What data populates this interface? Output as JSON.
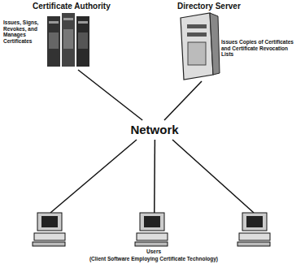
{
  "diagram": {
    "nodes": [
      {
        "text": [
          "Certificate Authority",
          "Issues, Signs, Revokes, and Manages Certificates"
        ]
      },
      {
        "text": [
          "Directory Server",
          "Issues Copies of Certificates and Certificate Revocation Lists"
        ]
      },
      {
        "text": [
          "Network"
        ]
      },
      {
        "text": [
          "Users",
          "(Client Software Employing Certificate Technology)"
        ]
      }
    ],
    "edges": [
      {
        "from": 0,
        "to": 2,
        "arrow": "none"
      },
      {
        "from": 1,
        "to": 2,
        "arrow": "none"
      },
      {
        "from": 2,
        "to": 3,
        "arrow": "none"
      }
    ]
  }
}
